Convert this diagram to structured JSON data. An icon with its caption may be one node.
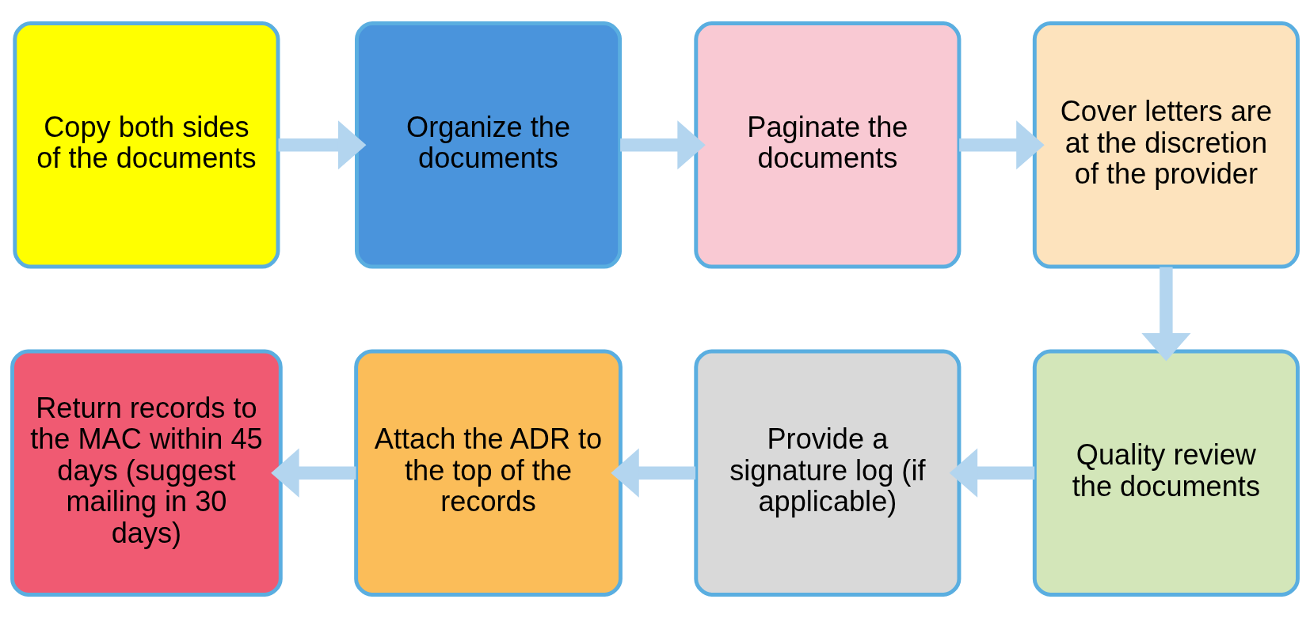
{
  "diagram": {
    "nodes": [
      {
        "text": [
          "Copy both sides of the documents"
        ]
      },
      {
        "text": [
          "Organize the documents"
        ]
      },
      {
        "text": [
          "Paginate the documents"
        ]
      },
      {
        "text": [
          "Cover letters are at the discretion of the provider"
        ]
      },
      {
        "text": [
          "Quality review the documents"
        ]
      },
      {
        "text": [
          "Provide a signature log (if applicable)"
        ]
      },
      {
        "text": [
          "Attach the ADR to the top of the records"
        ]
      },
      {
        "text": [
          "Return records to the MAC within 45 days (suggest mailing in 30 days)"
        ]
      }
    ],
    "edges": [
      {
        "from": 0,
        "to": 1,
        "arrow": "to"
      },
      {
        "from": 1,
        "to": 2,
        "arrow": "to"
      },
      {
        "from": 2,
        "to": 3,
        "arrow": "to"
      },
      {
        "from": 3,
        "to": 4,
        "arrow": "to"
      },
      {
        "from": 4,
        "to": 5,
        "arrow": "to"
      },
      {
        "from": 5,
        "to": 6,
        "arrow": "to"
      },
      {
        "from": 6,
        "to": 7,
        "arrow": "to"
      }
    ]
  }
}
